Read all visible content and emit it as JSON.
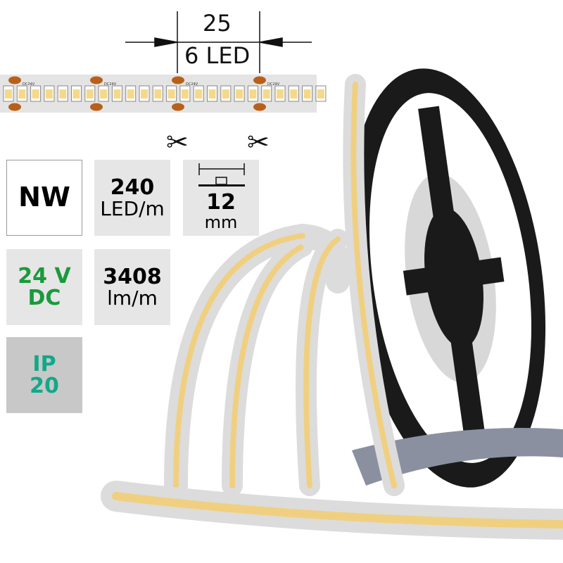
{
  "dimension": {
    "length": "25",
    "segment": "6 LED"
  },
  "strip_marking": "DC24V",
  "specs": {
    "color_temp": "NW",
    "led_density": {
      "value": "240",
      "unit": "LED/m"
    },
    "width": {
      "value": "12",
      "unit": "mm"
    },
    "voltage": {
      "value": "24 V",
      "unit": "DC"
    },
    "flux": {
      "value": "3408",
      "unit": "lm/m"
    },
    "ip": {
      "label": "IP",
      "value": "20"
    }
  },
  "colors": {
    "voltage": "#1a9a3c",
    "ip": "#12a88a",
    "box": "#e6e6e6",
    "ip_box": "#c8c8c8",
    "led": "#f5d98a",
    "pad": "#b8601a"
  }
}
